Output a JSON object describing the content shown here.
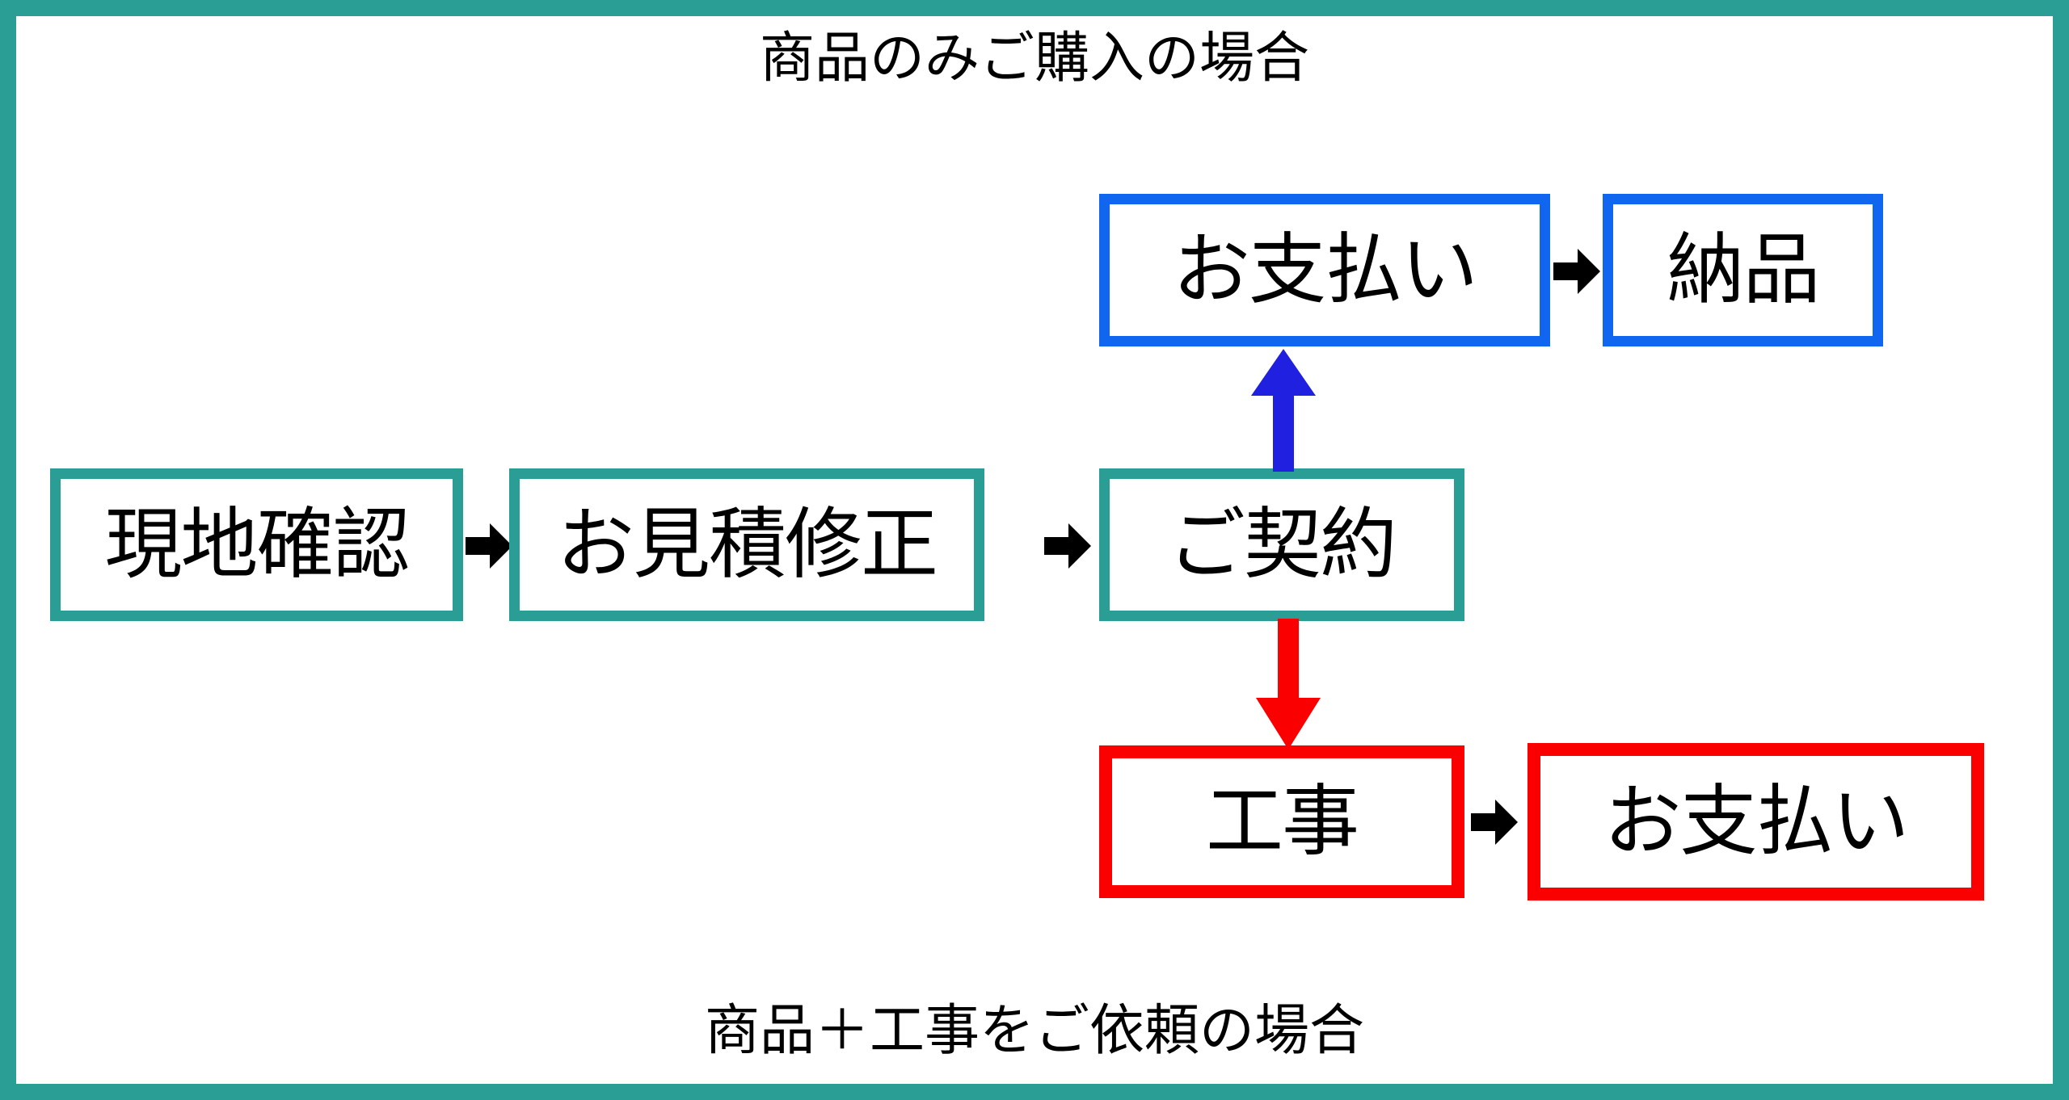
{
  "diagram": {
    "title_top": "商品のみご購入の場合",
    "title_bottom": "商品＋工事をご依頼の場合",
    "frame_color": "#2a9d94",
    "colors": {
      "teal": "#2a9d94",
      "blue_border": "#1066ee",
      "blue_arrow": "#2020e0",
      "red": "#fb0000",
      "arrow_black": "#000000",
      "background": "#ffffff",
      "text": "#000000"
    },
    "nodes": [
      {
        "id": "genchi",
        "label": "現地確認",
        "color": "teal"
      },
      {
        "id": "mitsumori",
        "label": "お見積修正",
        "color": "teal"
      },
      {
        "id": "keiyaku",
        "label": "ご契約",
        "color": "teal"
      },
      {
        "id": "shiharai_1",
        "label": "お支払い",
        "color": "blue"
      },
      {
        "id": "nouhin",
        "label": "納品",
        "color": "blue"
      },
      {
        "id": "kouji",
        "label": "工事",
        "color": "red"
      },
      {
        "id": "shiharai_2",
        "label": "お支払い",
        "color": "red"
      }
    ],
    "edges": [
      {
        "from": "genchi",
        "to": "mitsumori",
        "direction": "right",
        "color": "#000000"
      },
      {
        "from": "mitsumori",
        "to": "keiyaku",
        "direction": "right",
        "color": "#000000"
      },
      {
        "from": "keiyaku",
        "to": "shiharai_1",
        "direction": "up",
        "color": "#2020e0"
      },
      {
        "from": "shiharai_1",
        "to": "nouhin",
        "direction": "right",
        "color": "#000000"
      },
      {
        "from": "keiyaku",
        "to": "kouji",
        "direction": "down",
        "color": "#fb0000"
      },
      {
        "from": "kouji",
        "to": "shiharai_2",
        "direction": "right",
        "color": "#000000"
      }
    ]
  }
}
